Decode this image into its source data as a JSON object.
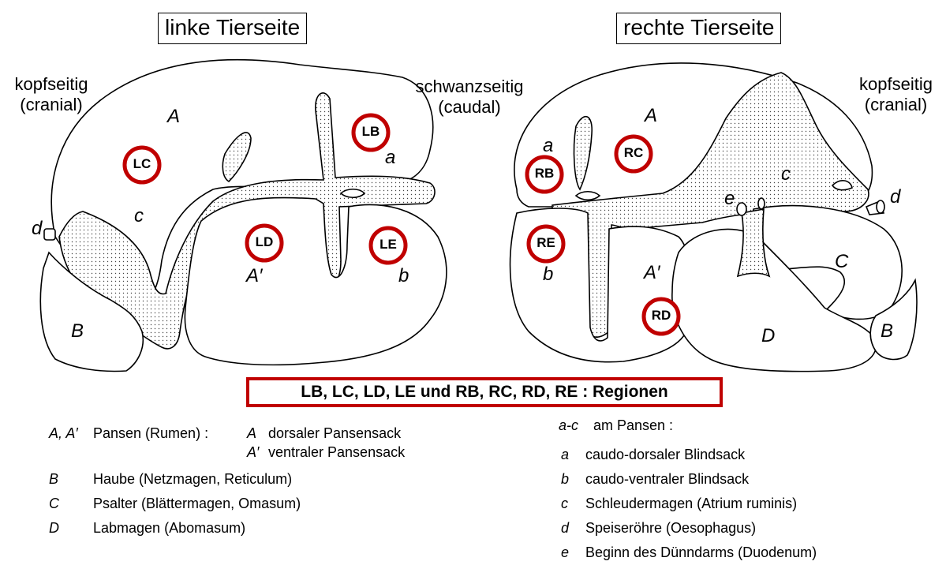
{
  "headers": {
    "left": "linke Tierseite",
    "right": "rechte Tierseite"
  },
  "directions": {
    "left_head": {
      "main": "kopfseitig",
      "sub": "(cranial)"
    },
    "middle": {
      "main": "schwanzseitig",
      "sub": "(caudal)"
    },
    "right_head": {
      "main": "kopfseitig",
      "sub": "(cranial)"
    }
  },
  "left_labels": {
    "A": "A",
    "a": "a",
    "c": "c",
    "d": "d",
    "B": "B",
    "Aprime": "A′",
    "b": "b"
  },
  "right_labels": {
    "a": "a",
    "A": "A",
    "c": "c",
    "e": "e",
    "d": "d",
    "b": "b",
    "Aprime": "A′",
    "C": "C",
    "D": "D",
    "B": "B"
  },
  "regions": {
    "LB": "LB",
    "LC": "LC",
    "LD": "LD",
    "LE": "LE",
    "RB": "RB",
    "RC": "RC",
    "RD": "RD",
    "RE": "RE"
  },
  "legend_title": "LB, LC, LD, LE und RB, RC, RD, RE : Regionen",
  "legend_left": {
    "r1": {
      "key": "A, A′",
      "text": "Pansen (Rumen) :",
      "sub_key": "A",
      "sub_text": "dorsaler Pansensack"
    },
    "r2": {
      "sub_key": "A′",
      "sub_text": "ventraler Pansensack"
    },
    "r3": {
      "key": "B",
      "text": "Haube (Netzmagen, Reticulum)"
    },
    "r4": {
      "key": "C",
      "text": "Psalter (Blättermagen, Omasum)"
    },
    "r5": {
      "key": "D",
      "text": "Labmagen (Abomasum)"
    }
  },
  "legend_right": {
    "head": {
      "key": "a-c",
      "text": "am Pansen :"
    },
    "r1": {
      "key": "a",
      "text": "caudo-dorsaler Blindsack"
    },
    "r2": {
      "key": "b",
      "text": "caudo-ventraler Blindsack"
    },
    "r3": {
      "key": "c",
      "text": "Schleudermagen (Atrium ruminis)"
    },
    "r4": {
      "key": "d",
      "text": "Speiseröhre (Oesophagus)"
    },
    "r5": {
      "key": "e",
      "text": "Beginn des Dünndarms (Duodenum)"
    }
  },
  "colors": {
    "region_ring": "#c00000",
    "legend_border": "#c00000",
    "stipple": "#444444"
  }
}
